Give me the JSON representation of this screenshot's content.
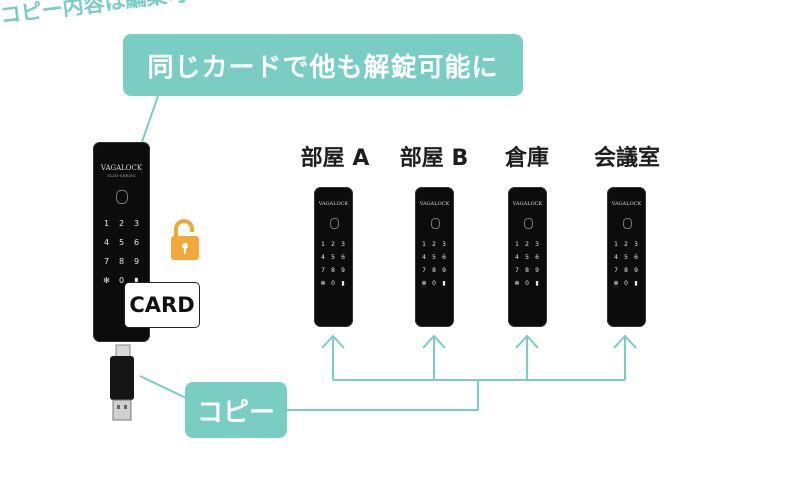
{
  "headline": "同じカードで他も解錠可能に",
  "copy_label": "コピー",
  "note": "コピー内容は編集可！",
  "card_label": "CARD",
  "brand": {
    "name": "VAGALOCK",
    "model": "SLIM-SERIES"
  },
  "keypad": [
    "1",
    "2",
    "3",
    "4",
    "5",
    "6",
    "7",
    "8",
    "9",
    "✻",
    "0",
    "▮"
  ],
  "rooms": [
    {
      "label": "部屋 A"
    },
    {
      "label": "部屋 B"
    },
    {
      "label": "倉庫"
    },
    {
      "label": "会議室"
    }
  ],
  "colors": {
    "accent": "#79cdc2",
    "device": "#0c0c0c",
    "lock": "#f2a83a"
  },
  "icons": [
    "open-padlock-icon",
    "usb-drive-icon",
    "up-arrow-icon"
  ]
}
